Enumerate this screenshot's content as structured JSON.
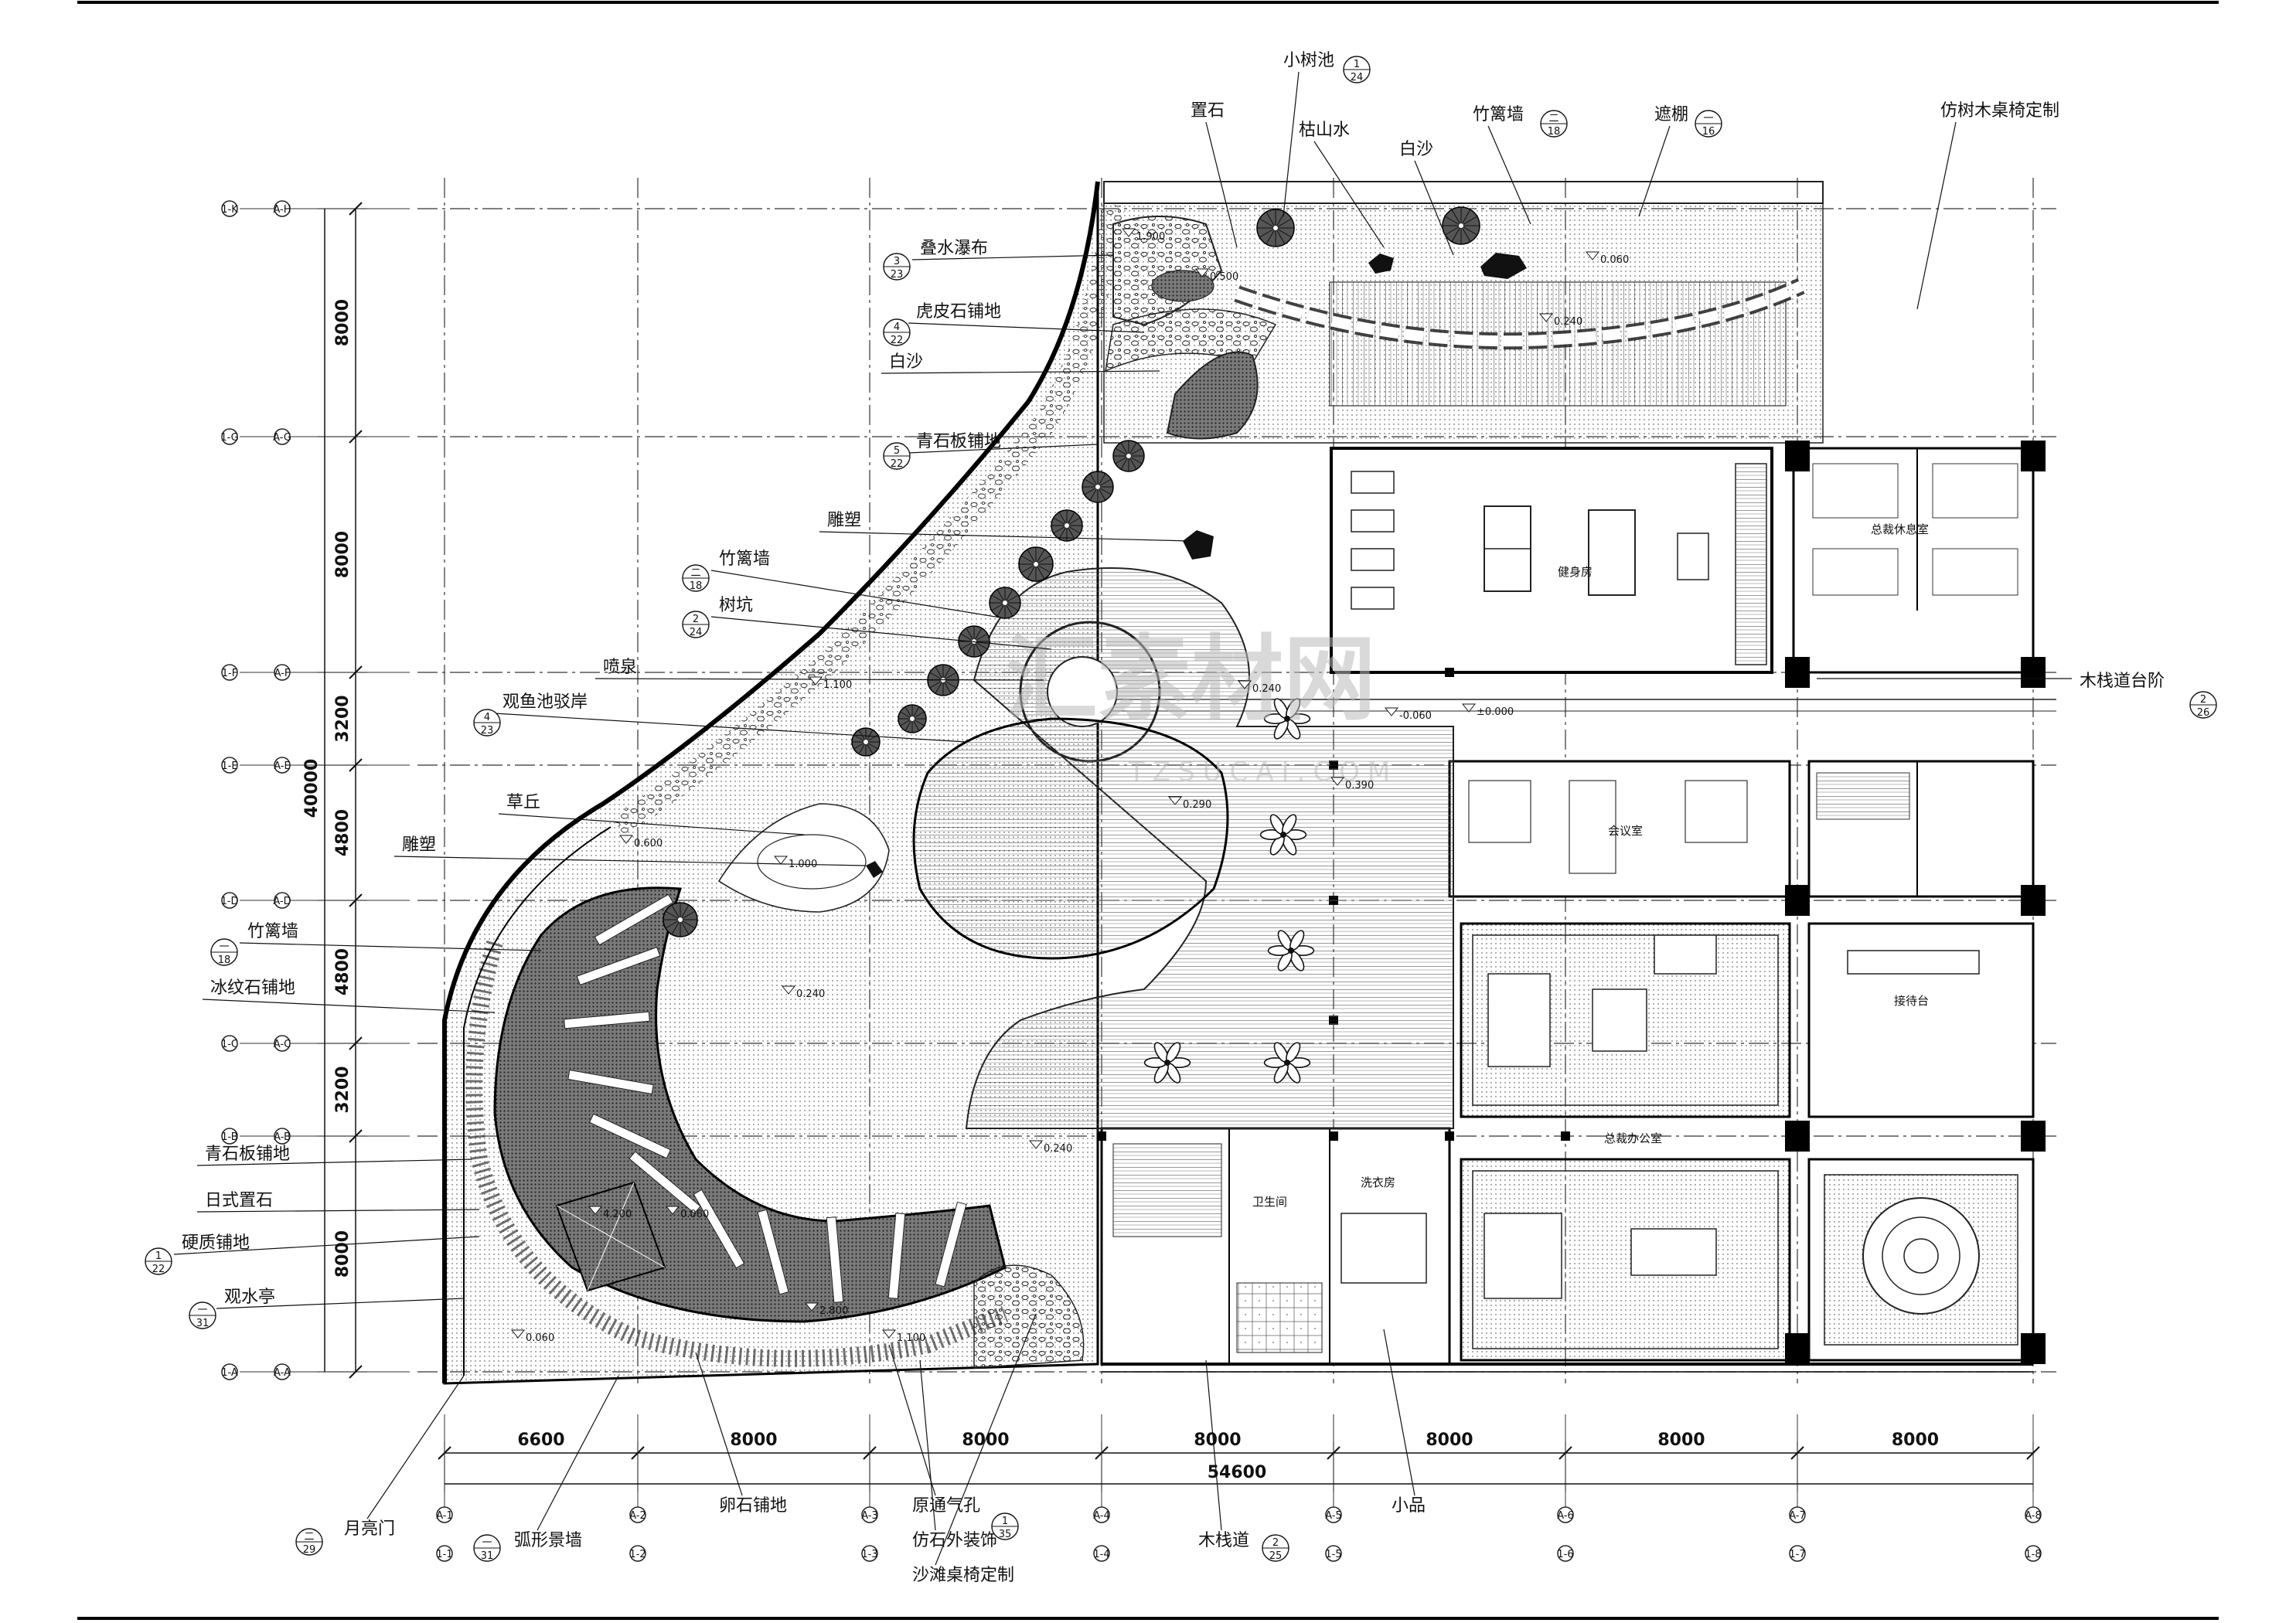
{
  "watermark": {
    "main": "汇素材网",
    "sub": "TZSUCAI.COM"
  },
  "dimensions": {
    "bottom": [
      "6600",
      "8000",
      "8000",
      "8000",
      "8000",
      "8000",
      "8000"
    ],
    "bottom_total": "54600",
    "left": [
      "8000",
      "8000",
      "3200",
      "4800",
      "4800",
      "3200",
      "8000"
    ],
    "left_total": "40000"
  },
  "axes": {
    "left_outer": [
      "1-K",
      "1-G",
      "1-F",
      "1-E",
      "1-D",
      "1-C",
      "1-B",
      "1-A"
    ],
    "left_inner": [
      "A-H",
      "A-G",
      "A-F",
      "A-E",
      "A-D",
      "A-C",
      "A-B",
      "A-A"
    ],
    "bottom_top": [
      "A-1",
      "A-2",
      "A-3",
      "A-4",
      "A-5",
      "A-6",
      "A-7",
      "A-8"
    ],
    "bottom_bottom": [
      "1-1",
      "1-2",
      "1-3",
      "1-4",
      "1-5",
      "1-6",
      "1-7",
      "1-8"
    ]
  },
  "labels_top": [
    {
      "text": "小树池",
      "ref_top": "1",
      "ref_bottom": "24"
    },
    {
      "text": "置石"
    },
    {
      "text": "枯山水"
    },
    {
      "text": "白沙"
    },
    {
      "text": "竹篱墙",
      "ref_top": "二",
      "ref_bottom": "18"
    },
    {
      "text": "遮棚",
      "ref_top": "一",
      "ref_bottom": "16"
    },
    {
      "text": "仿树木桌椅定制"
    }
  ],
  "labels_left": [
    {
      "text": "叠水瀑布",
      "ref_top": "3",
      "ref_bottom": "23"
    },
    {
      "text": "虎皮石铺地",
      "ref_top": "4",
      "ref_bottom": "22"
    },
    {
      "text": "白沙"
    },
    {
      "text": "青石板铺地",
      "ref_top": "5",
      "ref_bottom": "22"
    },
    {
      "text": "雕塑"
    },
    {
      "text": "竹篱墙",
      "ref_top": "二",
      "ref_bottom": "18"
    },
    {
      "text": "树坑",
      "ref_top": "2",
      "ref_bottom": "24"
    },
    {
      "text": "喷泉"
    },
    {
      "text": "观鱼池驳岸",
      "ref_top": "4",
      "ref_bottom": "23"
    },
    {
      "text": "草丘"
    },
    {
      "text": "雕塑"
    },
    {
      "text": "竹篱墙",
      "ref_top": "一",
      "ref_bottom": "18"
    },
    {
      "text": "冰纹石铺地"
    },
    {
      "text": "青石板铺地"
    },
    {
      "text": "日式置石"
    },
    {
      "text": "硬质铺地",
      "ref_top": "1",
      "ref_bottom": "22"
    },
    {
      "text": "观水亭",
      "ref_top": "一",
      "ref_bottom": "31"
    }
  ],
  "labels_bottom": [
    {
      "text": "月亮门",
      "ref_top": "二",
      "ref_bottom": "29"
    },
    {
      "text": "弧形景墙",
      "ref_top": "一",
      "ref_bottom": "31"
    },
    {
      "text": "卵石铺地"
    },
    {
      "text": "原通气孔"
    },
    {
      "text": "仿石外装饰",
      "ref_top": "1",
      "ref_bottom": "35"
    },
    {
      "text": "沙滩桌椅定制"
    },
    {
      "text": "木栈道",
      "ref_top": "2",
      "ref_bottom": "25"
    },
    {
      "text": "小品"
    }
  ],
  "labels_right": [
    {
      "text": "木栈道台阶",
      "ref_top": "2",
      "ref_bottom": "26"
    }
  ],
  "rooms": [
    "健身房",
    "总裁办公室",
    "会议室",
    "接待台",
    "洗衣房",
    "卫生间",
    "总裁休息室"
  ],
  "elevations": [
    "1.900",
    "0.500",
    "0.060",
    "0.240",
    "0.240",
    "1.100",
    "-0.060",
    "±0.000",
    "0.290",
    "0.390",
    "0.600",
    "1.000",
    "0.240",
    "4.200",
    "0.060",
    "2.800",
    "1.100",
    "0.060",
    "0.240"
  ]
}
